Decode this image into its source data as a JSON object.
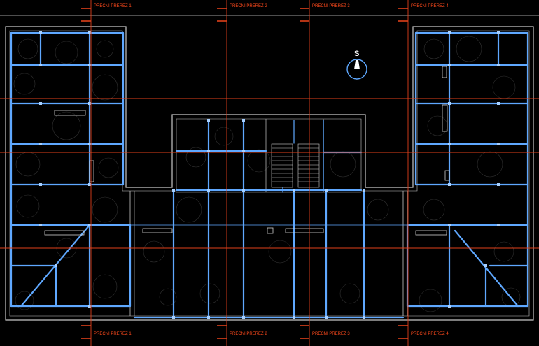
{
  "drawing": {
    "section_labels": {
      "s1": "PREČNI PREREZ 1",
      "s2": "PREČNI PREREZ 2",
      "s3": "PREČNI PREREZ 3",
      "s4": "PREČNI PREREZ 4"
    },
    "north_label": "S"
  },
  "colors": {
    "background": "#000000",
    "section_line": "#e0401a",
    "section_text": "#ff4a1c",
    "structure": "#5fa8ff",
    "outline": "#c8c8c8",
    "scan_noise": "#6a6a6a"
  }
}
